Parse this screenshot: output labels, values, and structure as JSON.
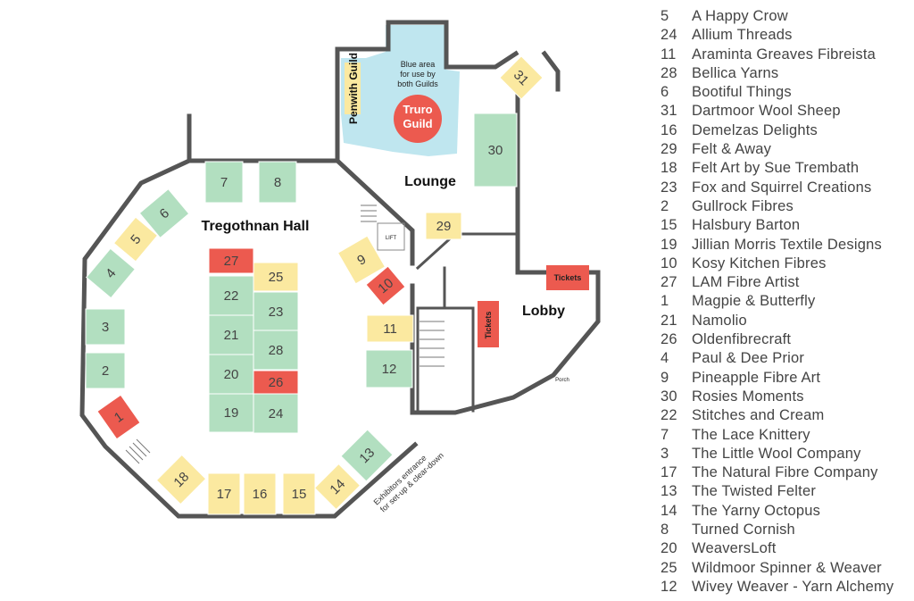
{
  "labels": {
    "hall": "Tregothnan Hall",
    "lounge": "Lounge",
    "lobby": "Lobby",
    "penwith": "Penwith Guild",
    "truro_line1": "Truro",
    "truro_line2": "Guild",
    "blue_line1": "Blue area",
    "blue_line2": "for use by",
    "blue_line3": "both Guilds",
    "tickets": "Tickets",
    "lift": "LIFT",
    "porch": "Porch",
    "exhibitors_line1": "Exhibitors entrance",
    "exhibitors_line2": "for set-up & clear-down"
  },
  "colors": {
    "green": "#b2dfc0",
    "yellow": "#fbe9a0",
    "red": "#ec5a4f",
    "blue_area": "#bfe6ef",
    "wall": "#555555"
  },
  "stalls": [
    {
      "num": "1",
      "color": "red"
    },
    {
      "num": "2",
      "color": "green"
    },
    {
      "num": "3",
      "color": "green"
    },
    {
      "num": "4",
      "color": "green"
    },
    {
      "num": "5",
      "color": "yellow"
    },
    {
      "num": "6",
      "color": "green"
    },
    {
      "num": "7",
      "color": "green"
    },
    {
      "num": "8",
      "color": "green"
    },
    {
      "num": "9",
      "color": "yellow"
    },
    {
      "num": "10",
      "color": "red"
    },
    {
      "num": "11",
      "color": "yellow"
    },
    {
      "num": "12",
      "color": "green"
    },
    {
      "num": "13",
      "color": "green"
    },
    {
      "num": "14",
      "color": "yellow"
    },
    {
      "num": "15",
      "color": "yellow"
    },
    {
      "num": "16",
      "color": "yellow"
    },
    {
      "num": "17",
      "color": "yellow"
    },
    {
      "num": "18",
      "color": "yellow"
    },
    {
      "num": "19",
      "color": "green"
    },
    {
      "num": "20",
      "color": "green"
    },
    {
      "num": "21",
      "color": "green"
    },
    {
      "num": "22",
      "color": "green"
    },
    {
      "num": "23",
      "color": "green"
    },
    {
      "num": "24",
      "color": "green"
    },
    {
      "num": "25",
      "color": "yellow"
    },
    {
      "num": "26",
      "color": "red"
    },
    {
      "num": "27",
      "color": "red"
    },
    {
      "num": "28",
      "color": "green"
    },
    {
      "num": "29",
      "color": "yellow"
    },
    {
      "num": "30",
      "color": "green"
    },
    {
      "num": "31",
      "color": "yellow"
    }
  ],
  "legend": [
    {
      "num": "5",
      "name": "A Happy Crow"
    },
    {
      "num": "24",
      "name": "Allium Threads"
    },
    {
      "num": "11",
      "name": "Araminta Greaves Fibreista"
    },
    {
      "num": "28",
      "name": "Bellica Yarns"
    },
    {
      "num": "6",
      "name": "Bootiful Things"
    },
    {
      "num": "31",
      "name": "Dartmoor Wool Sheep"
    },
    {
      "num": "16",
      "name": "Demelzas Delights"
    },
    {
      "num": "29",
      "name": "Felt & Away"
    },
    {
      "num": "18",
      "name": "Felt Art by Sue Trembath"
    },
    {
      "num": "23",
      "name": "Fox and Squirrel Creations"
    },
    {
      "num": "2",
      "name": "Gullrock Fibres"
    },
    {
      "num": "15",
      "name": "Halsbury Barton"
    },
    {
      "num": "19",
      "name": "Jillian Morris Textile Designs"
    },
    {
      "num": "10",
      "name": "Kosy Kitchen Fibres"
    },
    {
      "num": "27",
      "name": "LAM Fibre Artist"
    },
    {
      "num": "1",
      "name": "Magpie & Butterfly"
    },
    {
      "num": "21",
      "name": "Namolio"
    },
    {
      "num": "26",
      "name": "Oldenfibrecraft"
    },
    {
      "num": "4",
      "name": "Paul & Dee Prior"
    },
    {
      "num": "9",
      "name": "Pineapple Fibre Art"
    },
    {
      "num": "30",
      "name": "Rosies Moments"
    },
    {
      "num": "22",
      "name": "Stitches and Cream"
    },
    {
      "num": "7",
      "name": "The Lace Knittery"
    },
    {
      "num": "3",
      "name": "The Little Wool Company"
    },
    {
      "num": "17",
      "name": "The Natural Fibre Company"
    },
    {
      "num": "13",
      "name": "The Twisted Felter"
    },
    {
      "num": "14",
      "name": "The Yarny Octopus"
    },
    {
      "num": "8",
      "name": "Turned Cornish"
    },
    {
      "num": "20",
      "name": "WeaversLoft"
    },
    {
      "num": "25",
      "name": "Wildmoor Spinner & Weaver"
    },
    {
      "num": "12",
      "name": "Wivey Weaver - Yarn Alchemy"
    }
  ]
}
